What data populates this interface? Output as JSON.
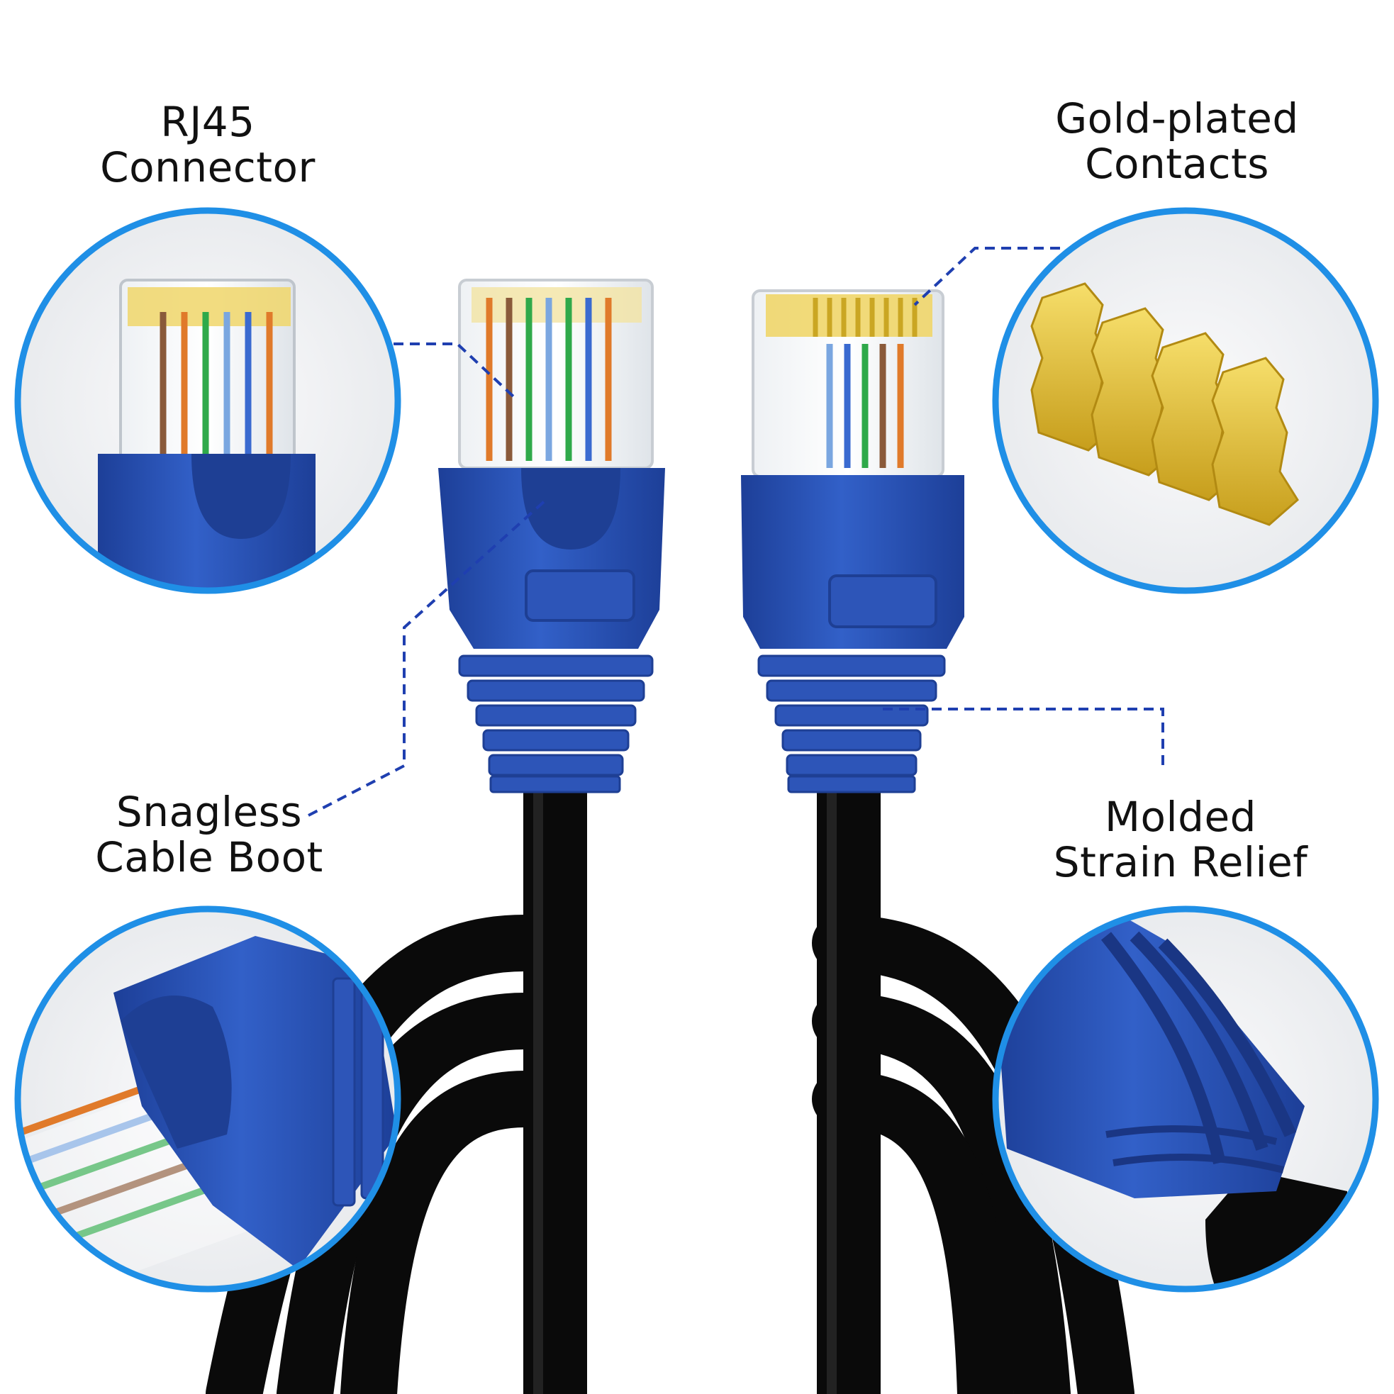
{
  "callouts": {
    "rj45": {
      "line1": "RJ45",
      "line2": "Connector"
    },
    "gold": {
      "line1": "Gold-plated",
      "line2": "Contacts"
    },
    "boot": {
      "line1": "Snagless",
      "line2": "Cable Boot"
    },
    "strain": {
      "line1": "Molded",
      "line2": "Strain Relief"
    }
  },
  "colors": {
    "boot_blue": "#2d55b8",
    "boot_blue_dark": "#1e3f94",
    "ring_blue": "#1f8fe6",
    "cable_black": "#0a0a0a",
    "leader_line": "#1f3fb0",
    "gold": "#e3c23a"
  }
}
